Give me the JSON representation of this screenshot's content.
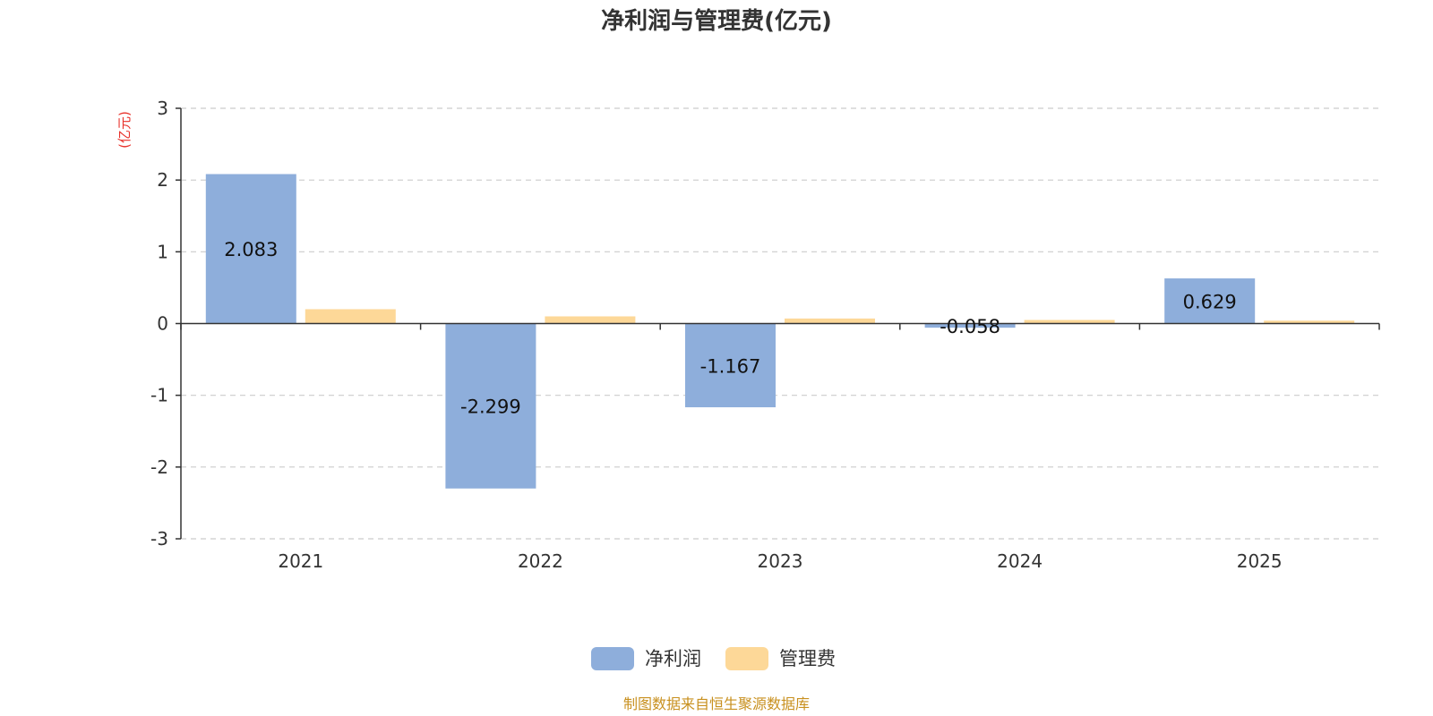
{
  "chart_data": {
    "type": "bar",
    "title": "净利润与管理费(亿元)",
    "ylabel": "(亿元)",
    "categories": [
      "2021",
      "2022",
      "2023",
      "2024",
      "2025"
    ],
    "ylim": [
      -3,
      3
    ],
    "yticks": [
      3,
      2,
      1,
      0,
      -1,
      -2,
      -3
    ],
    "grid": true,
    "legend_position": "bottom-center",
    "series": [
      {
        "name": "净利润",
        "color": "#8eaedb",
        "values": [
          2.083,
          -2.299,
          -1.167,
          -0.058,
          0.629
        ],
        "labels": [
          "2.083",
          "-2.299",
          "-1.167",
          "-0.058",
          "0.629"
        ]
      },
      {
        "name": "管理费",
        "color": "#fdd898",
        "values": [
          0.2,
          0.1,
          0.07,
          0.05,
          0.04
        ]
      }
    ]
  },
  "footer": {
    "source": "制图数据来自恒生聚源数据库"
  },
  "colors": {
    "title": "#333333",
    "ylabel": "#e8312a",
    "source": "#c8901f",
    "axis": "#333333",
    "grid": "#cccccc"
  }
}
